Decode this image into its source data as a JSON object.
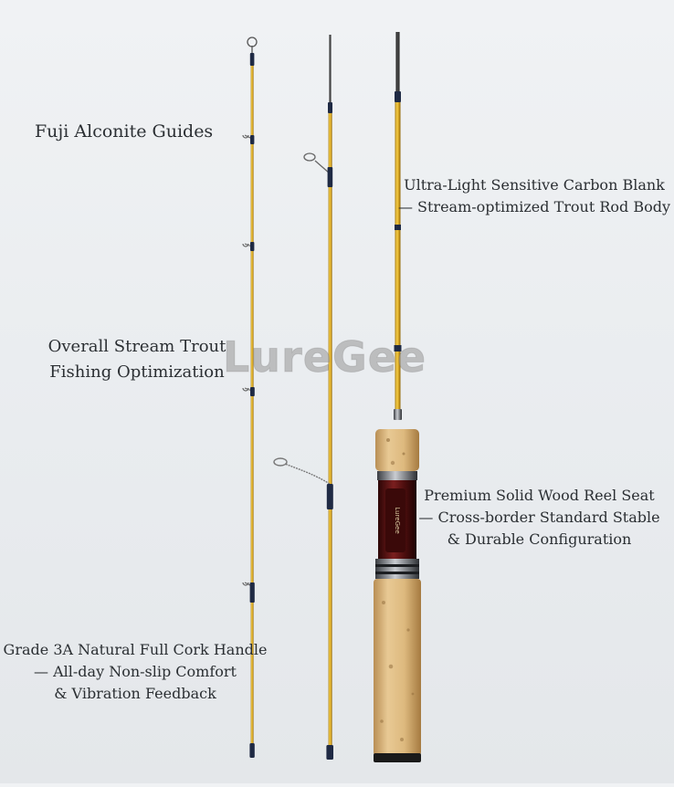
{
  "watermark": "LureGee",
  "labels": {
    "guides": [
      "Fuji Alconite Guides"
    ],
    "blank": [
      "Ultra-Light Sensitive Carbon Blank",
      "— Stream-optimized Trout Rod Body"
    ],
    "stream": [
      "Overall Stream Trout",
      "Fishing Optimization"
    ],
    "seat": [
      "Premium Solid Wood Reel Seat",
      "— Cross-border Standard Stable",
      "& Durable Configuration"
    ],
    "cork": [
      "Grade 3A Natural  Full Cork Handle",
      "— All-day Non-slip Comfort",
      "& Vibration Feedback"
    ]
  },
  "reel_seat_brand": "LureGee",
  "colors": {
    "blank_gold": "#d9a81f",
    "cork": "#d6b27a",
    "wood": "#5a1414",
    "wrap": "#1f2a44",
    "background": "#eceef0"
  }
}
